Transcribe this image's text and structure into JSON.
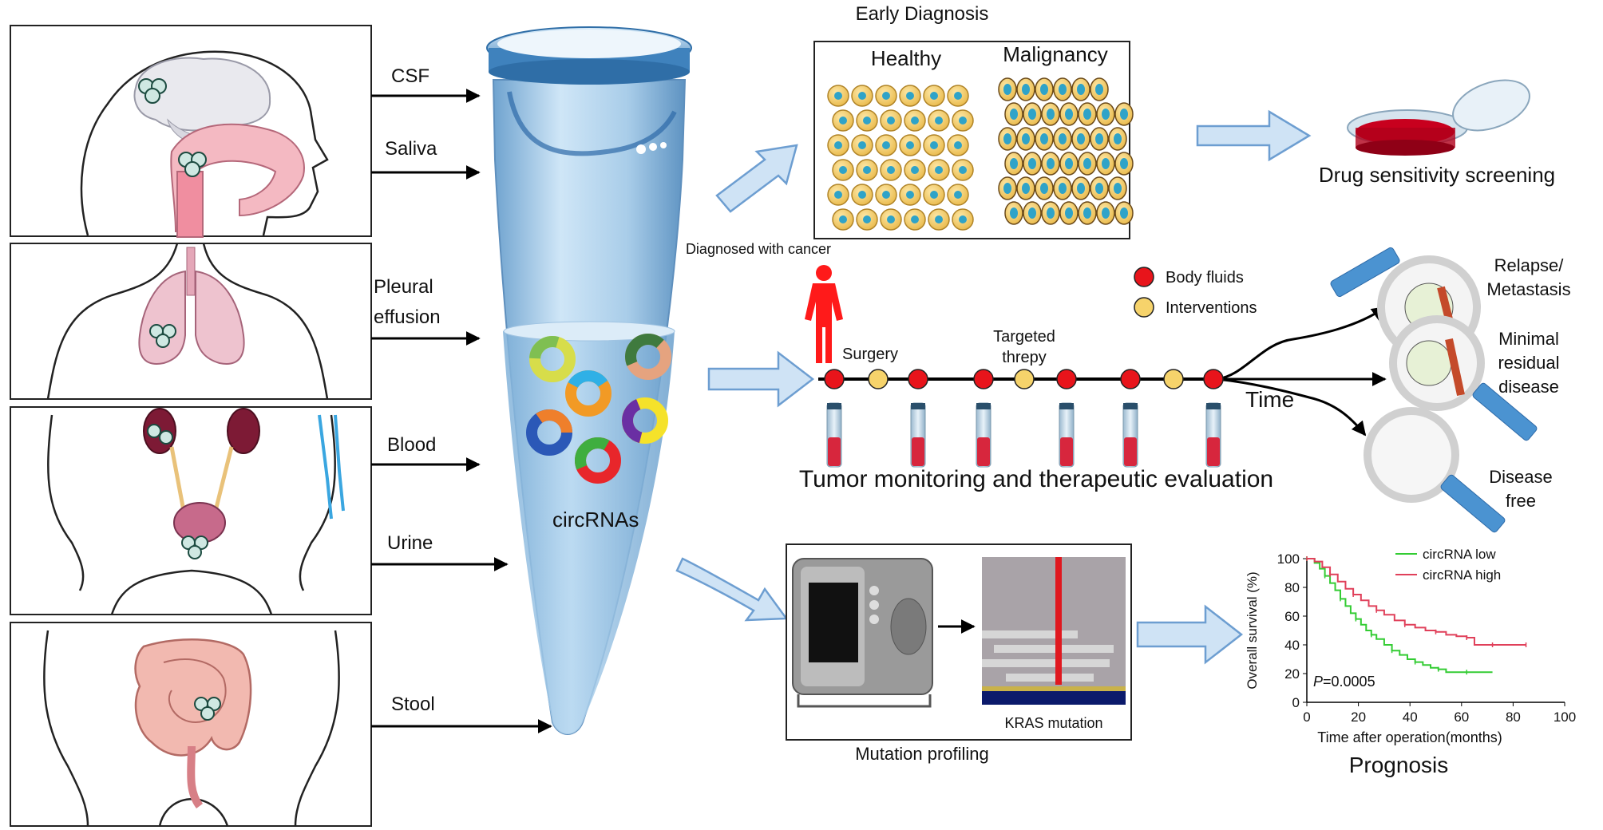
{
  "sources": [
    "CSF",
    "Saliva",
    "Pleural effusion",
    "Blood",
    "Urine",
    "Stool"
  ],
  "tube_label": "circRNAs",
  "early_diagnosis": {
    "title": "Early Diagnosis",
    "healthy_label": "Healthy",
    "malignancy_label": "Malignancy",
    "drug_label": "Drug sensitivity screening"
  },
  "monitoring": {
    "diagnosed_label": "Diagnosed with cancer",
    "surgery_label": "Surgery",
    "targeted_label_1": "Targeted",
    "targeted_label_2": "threpy",
    "legend_body_fluids": "Body fluids",
    "legend_interventions": "Interventions",
    "time_label": "Time",
    "caption": "Tumor monitoring and therapeutic evaluation",
    "outcomes": {
      "relapse_1": "Relapse/",
      "relapse_2": "Metastasis",
      "mrd_1": "Minimal",
      "mrd_2": "residual",
      "mrd_3": "disease",
      "free_1": "Disease",
      "free_2": "free"
    }
  },
  "mutation": {
    "kras_label": "KRAS mutation",
    "caption": "Mutation profiling"
  },
  "prognosis": {
    "caption": "Prognosis",
    "pvalue_italic": "P",
    "pvalue_rest": "=0.0005"
  },
  "colors": {
    "arrow_fill": "#cfe3f5",
    "arrow_stroke": "#6d9ed1",
    "red_dot": "#e8141b",
    "yellow_dot": "#f6d36b",
    "low_series": "#33cc33",
    "high_series": "#e0405a"
  },
  "chart_data": {
    "type": "line",
    "title": "",
    "xlabel": "Time after operation(months)",
    "ylabel": "Overall survival (%)",
    "xlim": [
      0,
      100
    ],
    "ylim": [
      0,
      100
    ],
    "xticks": [
      0,
      20,
      40,
      60,
      80,
      100
    ],
    "yticks": [
      0,
      20,
      40,
      60,
      80,
      100
    ],
    "legend_position": "top-right",
    "series": [
      {
        "name": "circRNA low",
        "color": "#33cc33",
        "x": [
          0,
          3,
          5,
          7,
          9,
          11,
          13,
          15,
          17,
          19,
          21,
          23,
          25,
          27,
          30,
          33,
          36,
          39,
          42,
          45,
          48,
          51,
          54,
          58,
          62,
          66,
          72
        ],
        "y": [
          100,
          97,
          93,
          88,
          83,
          78,
          72,
          67,
          62,
          58,
          54,
          50,
          47,
          44,
          40,
          36,
          33,
          30,
          28,
          26,
          24,
          23,
          21,
          21,
          21,
          21,
          21
        ]
      },
      {
        "name": "circRNA high",
        "color": "#e0405a",
        "x": [
          0,
          3,
          6,
          9,
          12,
          15,
          18,
          21,
          24,
          27,
          30,
          34,
          38,
          42,
          46,
          50,
          54,
          58,
          62,
          65,
          68,
          72,
          76,
          80,
          85
        ],
        "y": [
          100,
          98,
          94,
          89,
          84,
          79,
          75,
          71,
          67,
          64,
          61,
          57,
          54,
          52,
          50,
          49,
          47,
          46,
          45,
          40,
          40,
          40,
          40,
          40,
          40
        ]
      }
    ]
  }
}
